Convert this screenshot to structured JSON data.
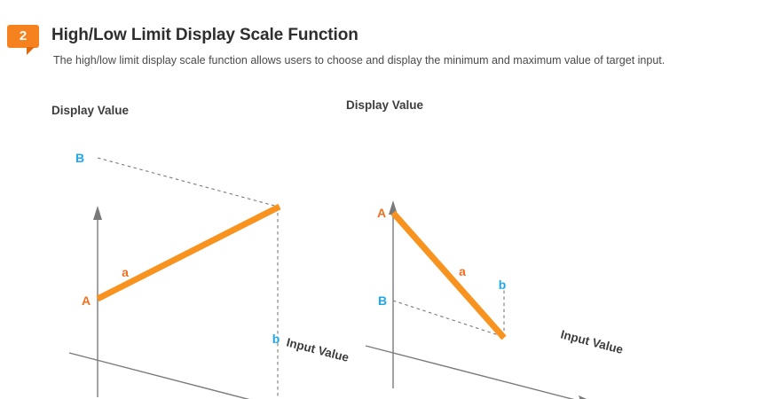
{
  "header": {
    "step_number": "2",
    "title": "High/Low Limit Display Scale Function",
    "subtitle": "The high/low limit display scale function allows users to choose and display the minimum and maximum value of target input."
  },
  "colors": {
    "accent_orange": "#f5821f",
    "line_orange": "#f7931e",
    "label_orange": "#f26f21",
    "label_cyan": "#1fa8e8",
    "axis_gray": "#7a7a7a",
    "title_gray": "#2e2e2e",
    "body_gray": "#4a4a4a",
    "badge_tail": "#e2670a",
    "background": "#ffffff"
  },
  "chart_data": [
    {
      "id": "ascending-scale-chart",
      "type": "line",
      "title": "",
      "xlabel": "Input Value",
      "ylabel": "Display Value",
      "grid": false,
      "legend": null,
      "annotations": {
        "y_low": "A",
        "y_high": "B",
        "x_low": "a",
        "x_high": "b"
      },
      "series": [
        {
          "name": "display-scale",
          "points": [
            {
              "label": "A",
              "x": 0,
              "y": 0
            },
            {
              "label": "B",
              "x": 1,
              "y": 1
            }
          ]
        }
      ],
      "description": "Orange line rises from A on the display axis to B, mapping input a to b."
    },
    {
      "id": "descending-scale-chart",
      "type": "line",
      "title": "",
      "xlabel": "Input Value",
      "ylabel": "Display Value",
      "grid": false,
      "legend": null,
      "annotations": {
        "y_high": "A",
        "y_low": "B",
        "x_low": "a",
        "x_high": "b"
      },
      "series": [
        {
          "name": "display-scale",
          "points": [
            {
              "label": "A",
              "x": 0,
              "y": 1
            },
            {
              "label": "B",
              "x": 1,
              "y": 0
            }
          ]
        }
      ],
      "description": "Orange line falls from A on the display axis down to B, mapping input a to b."
    }
  ],
  "charts": {
    "left": {
      "y_axis_label": "Display Value",
      "x_axis_label": "Input Value",
      "label_a_upper": "A",
      "label_b_upper": "B",
      "label_a_lower": "a",
      "label_b_lower": "b"
    },
    "right": {
      "y_axis_label": "Display Value",
      "x_axis_label": "Input Value",
      "label_a_upper": "A",
      "label_b_upper": "B",
      "label_a_lower": "a",
      "label_b_lower": "b"
    }
  }
}
